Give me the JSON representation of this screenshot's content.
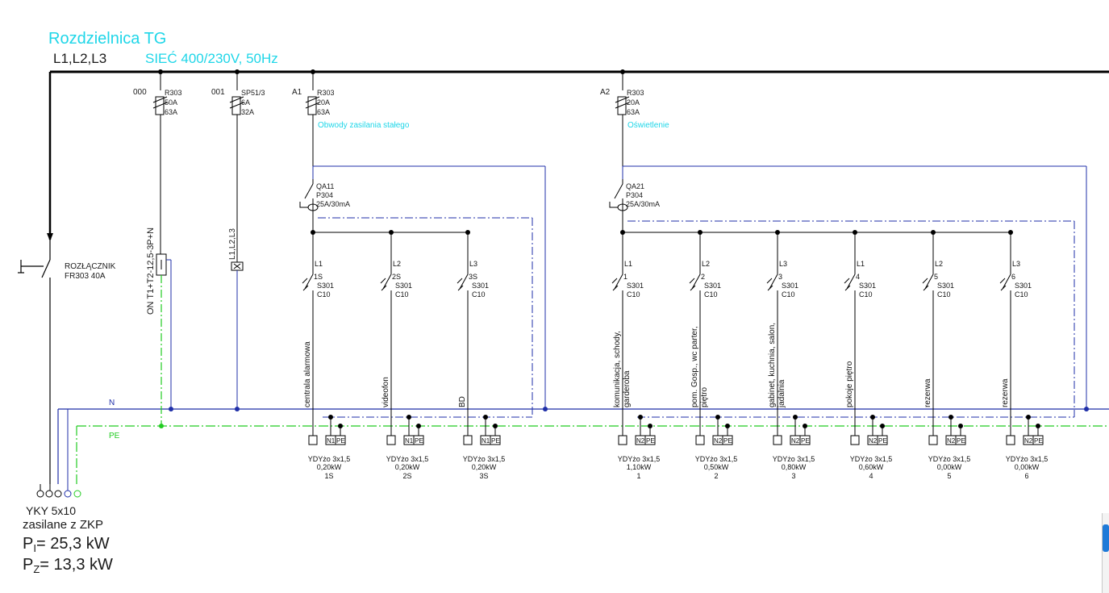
{
  "header": {
    "title": "Rozdzielnica TG",
    "phases": "L1,L2,L3",
    "network": "SIEĆ 400/230V, 50Hz"
  },
  "main_switch": {
    "label": "ROZŁĄCZNIK",
    "type": "FR303 40A"
  },
  "feed": {
    "cable": "YKY 5x10",
    "source": "zasilane z ZKP",
    "pi_label": "P",
    "pi_sub": "I",
    "pi_value": "= 25,3  kW",
    "pz_label": "P",
    "pz_sub": "Z",
    "pz_value": "= 13,3  kW"
  },
  "top_devices": [
    {
      "tag": "000",
      "type": "R303",
      "r1": "50A",
      "r2": "63A"
    },
    {
      "tag": "001",
      "type": "SP51/3",
      "r1": "6A",
      "r2": "32A"
    },
    {
      "tag": "A1",
      "type": "R303",
      "r1": "20A",
      "r2": "63A",
      "desc": "Obwody zasilania stałego"
    },
    {
      "tag": "A2",
      "type": "R303",
      "r1": "20A",
      "r2": "63A",
      "desc": "Oświetlenie"
    }
  ],
  "spd": {
    "label": "ON T1+T2-12,5-3P+N"
  },
  "phase_indicator": {
    "label": "L1,L2,L3"
  },
  "rcds": [
    {
      "tag": "QA11",
      "type": "P304",
      "rating": "25A/30mA"
    },
    {
      "tag": "QA21",
      "type": "P304",
      "rating": "25A/30mA"
    }
  ],
  "bus_labels": {
    "n": "N",
    "pe": "PE"
  },
  "circuits": [
    {
      "phase": "L1",
      "num": "1S",
      "breaker": "S301",
      "curve": "C10",
      "desc1": "centrala alarmowa",
      "desc2": "",
      "nterm": "N1",
      "peterm": "PE",
      "cable": "YDYżo  3x1,5",
      "power": "0,20kW",
      "id": "1S"
    },
    {
      "phase": "L2",
      "num": "2S",
      "breaker": "S301",
      "curve": "C10",
      "desc1": "videofon",
      "desc2": "",
      "nterm": "N1",
      "peterm": "PE",
      "cable": "YDYżo  3x1,5",
      "power": "0,20kW",
      "id": "2S"
    },
    {
      "phase": "L3",
      "num": "3S",
      "breaker": "S301",
      "curve": "C10",
      "desc1": "BD",
      "desc2": "",
      "nterm": "N1",
      "peterm": "PE",
      "cable": "YDYżo  3x1,5",
      "power": "0,20kW",
      "id": "3S"
    },
    {
      "phase": "L1",
      "num": "1",
      "breaker": "S301",
      "curve": "C10",
      "desc1": "komunikacja, schody,",
      "desc2": "garderoba",
      "nterm": "N2",
      "peterm": "PE",
      "cable": "YDYżo  3x1,5",
      "power": "1,10kW",
      "id": "1"
    },
    {
      "phase": "L2",
      "num": "2",
      "breaker": "S301",
      "curve": "C10",
      "desc1": "pom. Gosp., wc parter,",
      "desc2": "piętro",
      "nterm": "N2",
      "peterm": "PE",
      "cable": "YDYżo  3x1,5",
      "power": "0,50kW",
      "id": "2"
    },
    {
      "phase": "L3",
      "num": "3",
      "breaker": "S301",
      "curve": "C10",
      "desc1": "gabinet, kuchnia, salon,",
      "desc2": "jadalnia",
      "nterm": "N2",
      "peterm": "PE",
      "cable": "YDYżo  3x1,5",
      "power": "0,80kW",
      "id": "3"
    },
    {
      "phase": "L1",
      "num": "4",
      "breaker": "S301",
      "curve": "C10",
      "desc1": "pokoje piętro",
      "desc2": "",
      "nterm": "N2",
      "peterm": "PE",
      "cable": "YDYżo  3x1,5",
      "power": "0,60kW",
      "id": "4"
    },
    {
      "phase": "L2",
      "num": "5",
      "breaker": "S301",
      "curve": "C10",
      "desc1": "rezerwa",
      "desc2": "",
      "nterm": "N2",
      "peterm": "PE",
      "cable": "YDYżo  3x1,5",
      "power": "0,00kW",
      "id": "5"
    },
    {
      "phase": "L3",
      "num": "6",
      "breaker": "S301",
      "curve": "C10",
      "desc1": "rezerwa",
      "desc2": "",
      "nterm": "N2",
      "peterm": "PE",
      "cable": "YDYżo  3x1,5",
      "power": "0,00kW",
      "id": "6"
    }
  ],
  "colors": {
    "black": "#000000",
    "cyan": "#1fd6e8",
    "blue": "#1f2fa8",
    "green": "#22cc22",
    "scroll_accent": "#1e7ad8"
  }
}
